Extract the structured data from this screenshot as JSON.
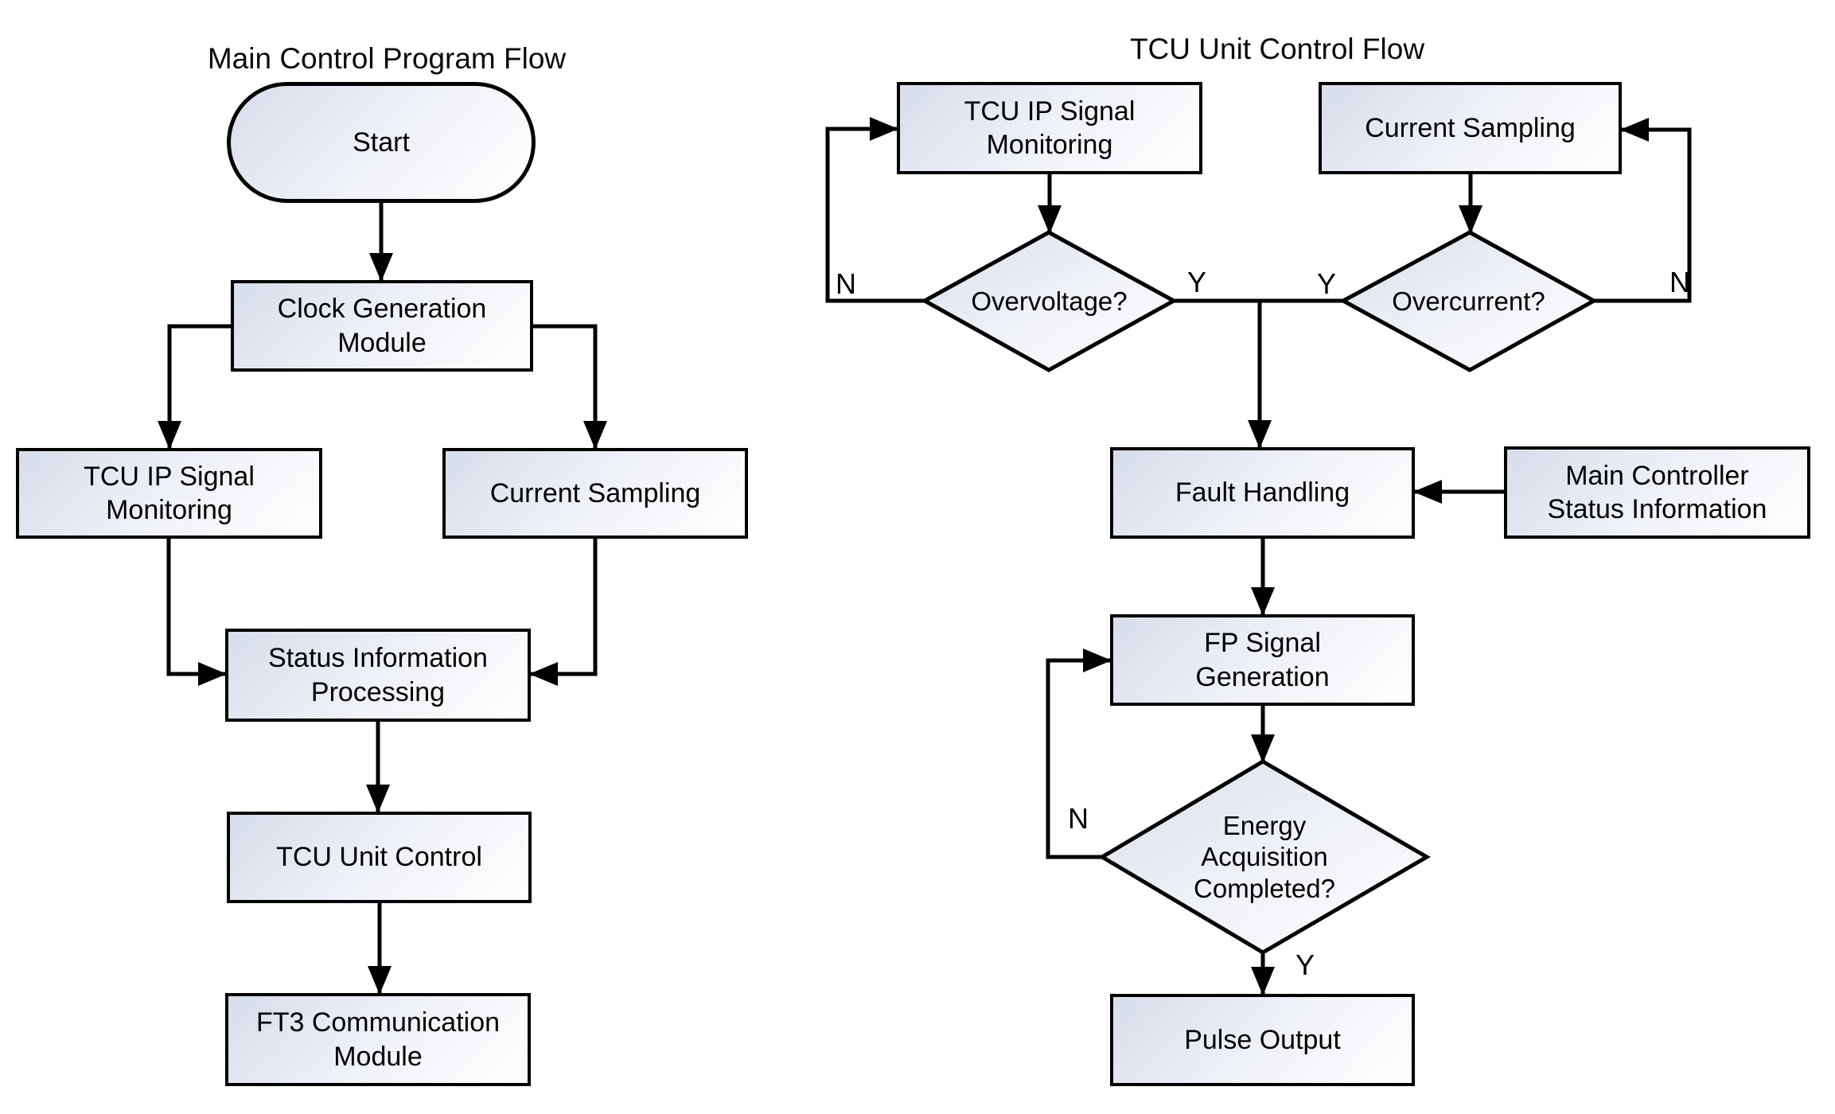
{
  "left_chart": {
    "title": "Main Control Program Flow",
    "nodes": {
      "start": "Start",
      "clock": "Clock Generation\nModule",
      "tcu_ip": "TCU IP Signal\nMonitoring",
      "current": "Current Sampling",
      "status": "Status Information\nProcessing",
      "tcu_unit": "TCU Unit Control",
      "ft3": "FT3 Communication\nModule"
    }
  },
  "right_chart": {
    "title": "TCU Unit Control Flow",
    "nodes": {
      "tcu_ip": "TCU IP Signal\nMonitoring",
      "current": "Current Sampling",
      "overvoltage": "Overvoltage?",
      "overcurrent": "Overcurrent?",
      "fault": "Fault Handling",
      "main_ctrl": "Main Controller\nStatus Information",
      "fp": "FP Signal\nGeneration",
      "energy": "Energy\nAcquisition\nCompleted?",
      "pulse": "Pulse Output"
    },
    "branch_labels": {
      "overvoltage_no": "N",
      "overvoltage_yes": "Y",
      "overcurrent_yes": "Y",
      "overcurrent_no": "N",
      "energy_no": "N",
      "energy_yes": "Y"
    }
  },
  "colors": {
    "line": "#000000",
    "node_fill_start": "#d7ddea",
    "node_fill_end": "#ffffff",
    "background": "#ffffff"
  }
}
